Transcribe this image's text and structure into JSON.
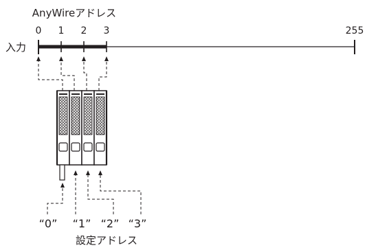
{
  "header": {
    "title": "AnyWireアドレス"
  },
  "address_axis": {
    "label": "入力",
    "ticks": [
      "0",
      "1",
      "2",
      "3"
    ],
    "end_tick": "255"
  },
  "setting_labels": [
    "“0”",
    "“1”",
    "“2”",
    "“3”"
  ],
  "footer": {
    "caption": "設定アドレス"
  },
  "colors": {
    "ink": "#231f20",
    "module_fill": "#ffffff"
  }
}
